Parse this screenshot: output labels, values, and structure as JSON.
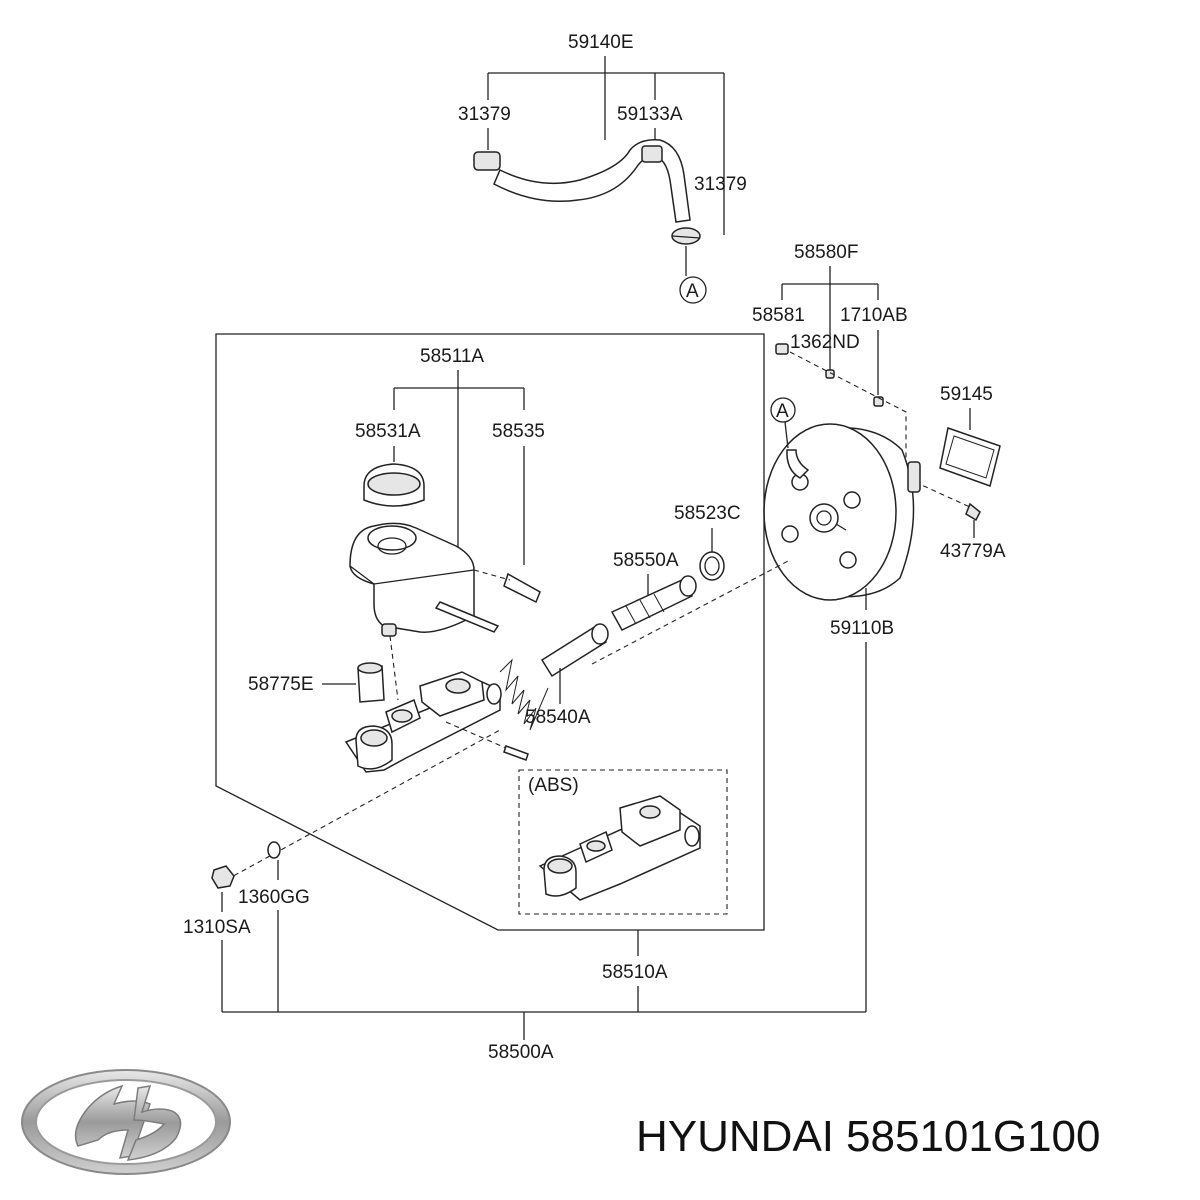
{
  "diagram": {
    "labels": {
      "p59140E": "59140E",
      "p31379a": "31379",
      "p59133A": "59133A",
      "p31379b": "31379",
      "p58580F": "58580F",
      "p58581": "58581",
      "p1710AB": "1710AB",
      "p1362ND": "1362ND",
      "p59145": "59145",
      "p58511A": "58511A",
      "p58531A": "58531A",
      "p58535": "58535",
      "p58523C": "58523C",
      "p58550A": "58550A",
      "p43779A": "43779A",
      "p59110B": "59110B",
      "p58775E": "58775E",
      "p58540A": "58540A",
      "abs": "(ABS)",
      "p1360GG": "1360GG",
      "p1310SA": "1310SA",
      "p58510A": "58510A",
      "p58500A": "58500A"
    },
    "connector_refs": {
      "ref1": "A",
      "ref2": "A"
    }
  },
  "caption": {
    "brand": "HYUNDAI",
    "part_number": "585101G100"
  },
  "logo": {
    "name": "hyundai-logo"
  }
}
